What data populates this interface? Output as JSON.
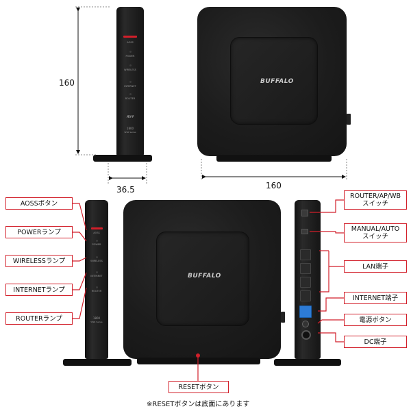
{
  "dimensions": {
    "height": "160",
    "depth": "36.5",
    "width": "160"
  },
  "brand": "BUFFALO",
  "front_panel": {
    "aoss": "AOSS",
    "power": "POWER",
    "wireless": "WIRELESS",
    "internet": "INTERNET",
    "router": "ROUTER",
    "model_badge": "AX4",
    "model_number": "1800",
    "model_series": "WSR Series"
  },
  "callouts_left": [
    "AOSSボタン",
    "POWERランプ",
    "WIRELESSランプ",
    "INTERNETランプ",
    "ROUTERランプ"
  ],
  "callouts_right": [
    "ROUTER/AP/WB\nスイッチ",
    "MANUAL/AUTO\nスイッチ",
    "LAN端子",
    "INTERNET端子",
    "電源ボタン",
    "DC端子"
  ],
  "callout_bottom": "RESETボタン",
  "footnote": "※RESETボタンは底面にあります",
  "colors": {
    "accent": "#d21f2a",
    "device": "#1b1b1b",
    "internet_port": "#2d7bd6"
  }
}
